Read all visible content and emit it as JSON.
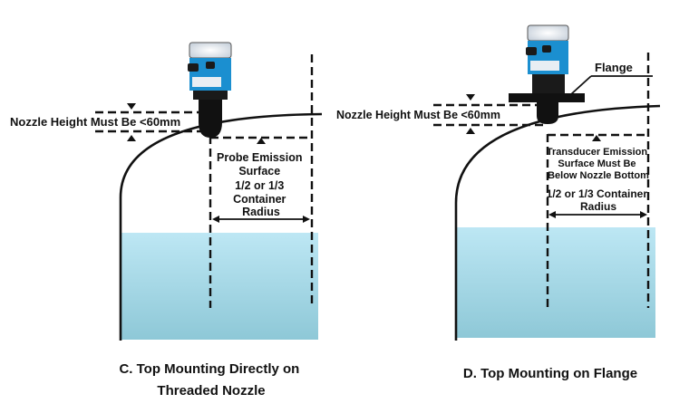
{
  "colors": {
    "liquid_top": "#bde7f4",
    "liquid_bottom": "#8ec8d7",
    "sensor_body": "#1b8fd0",
    "sensor_dark": "#111111"
  },
  "left_panel": {
    "nozzle_height_label": "Nozzle Height Must Be <60mm",
    "probe_label_lines": [
      "Probe Emission",
      "Surface",
      "1/2 or 1/3",
      "Container",
      "Radius"
    ],
    "caption_lines": [
      "C. Top Mounting Directly on",
      "Threaded Nozzle"
    ]
  },
  "right_panel": {
    "flange_label": "Flange",
    "nozzle_height_label": "Nozzle Height Must Be <60mm",
    "transducer_label_lines": [
      "Transducer Emission",
      "Surface Must Be",
      "Below Nozzle Bottom"
    ],
    "radius_label_lines": [
      "1/2 or 1/3 Container",
      "Radius"
    ],
    "caption": "D. Top Mounting on Flange"
  }
}
